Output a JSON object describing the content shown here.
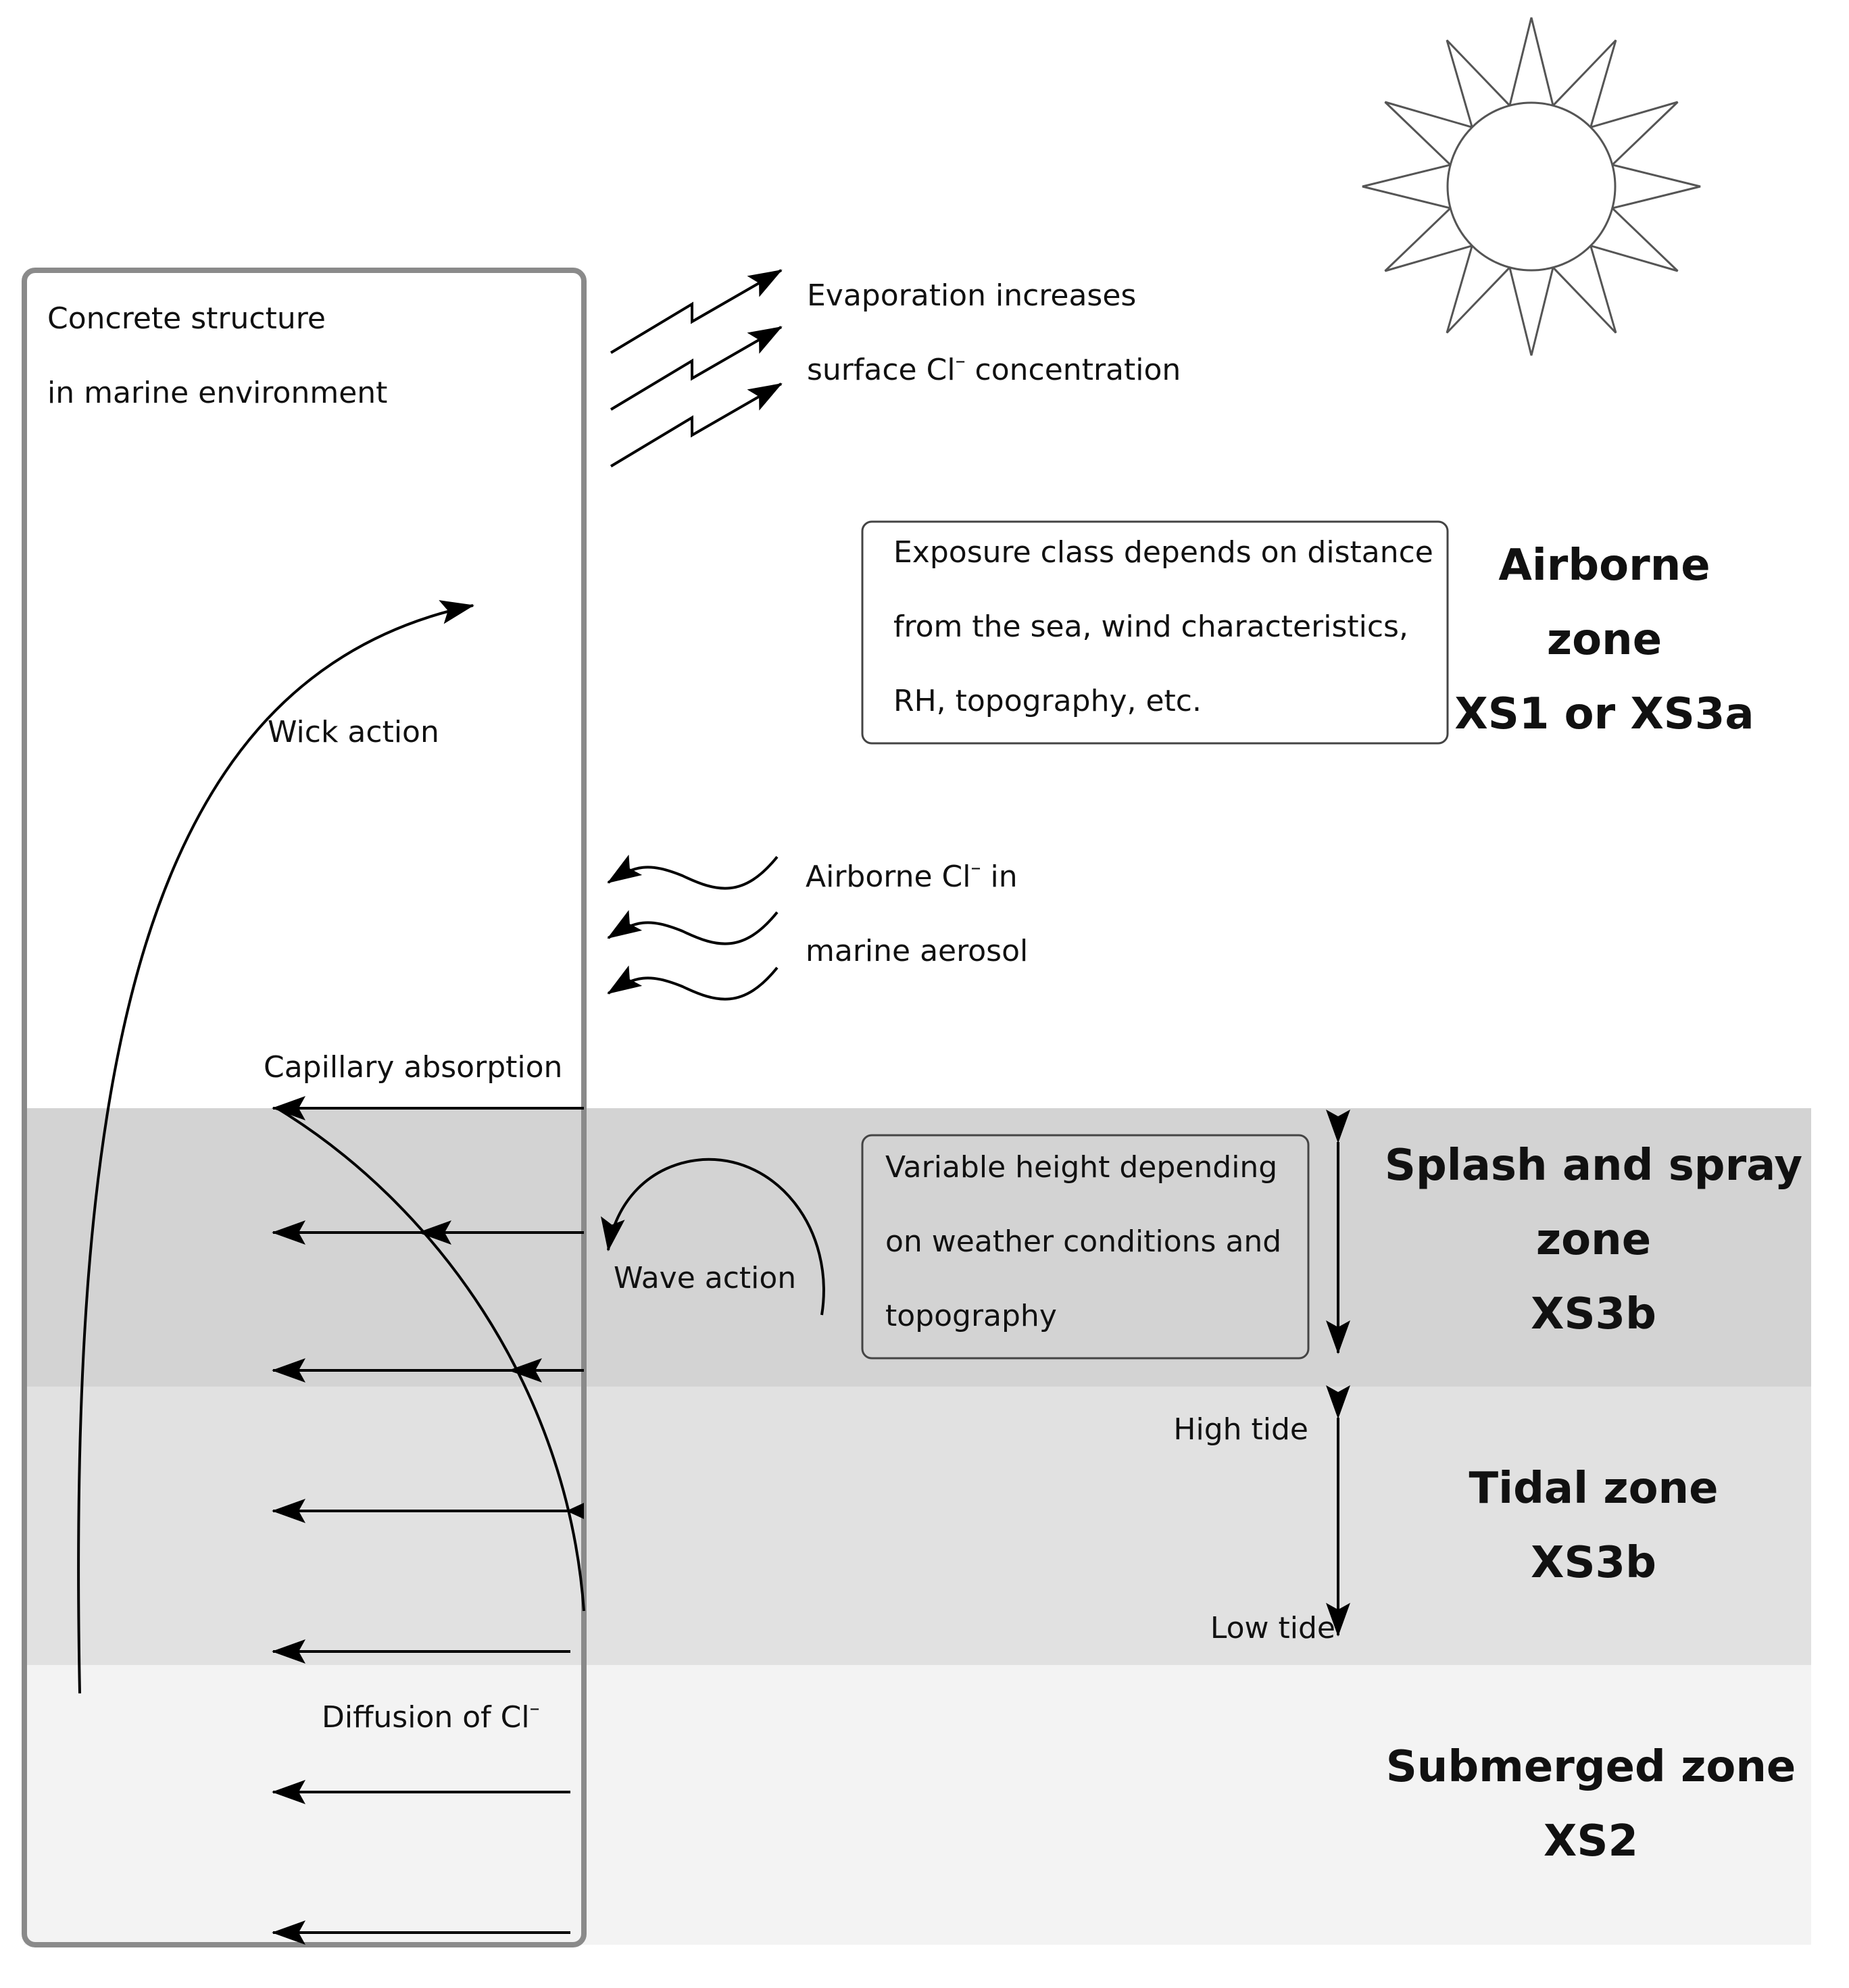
{
  "structure": {
    "line1": "Concrete structure",
    "line2": "in marine environment"
  },
  "evaporation": {
    "line1": "Evaporation increases",
    "line2_prefix": "surface Cl",
    "line2_sup": "–",
    "line2_suffix": " concentration"
  },
  "exposure_note": {
    "line1": "Exposure class depends on distance",
    "line2": "from the sea, wind characteristics,",
    "line3": "RH, topography, etc."
  },
  "airborne_aerosol": {
    "line1_prefix": "Airborne Cl",
    "line1_sup": "–",
    "line1_suffix": " in",
    "line2": "marine aerosol"
  },
  "mechanisms": {
    "wick": "Wick action",
    "capillary": "Capillary absorption",
    "wave": "Wave action",
    "diffusion_prefix": "Diffusion of Cl",
    "diffusion_sup": "–"
  },
  "splash_note": {
    "line1": "Variable height depending",
    "line2": "on weather conditions and",
    "line3": "topography"
  },
  "tide": {
    "high": "High tide",
    "low": "Low tide"
  },
  "zones": {
    "airborne": {
      "line1": "Airborne",
      "line2": "zone",
      "line3": "XS1 or XS3a"
    },
    "splash": {
      "line1": "Splash and spray",
      "line2": "zone",
      "line3": "XS3b",
      "color": "#d3d3d3"
    },
    "tidal": {
      "line1": "Tidal zone",
      "line2": "XS3b",
      "color": "#e1e1e1"
    },
    "submerged": {
      "line1": "Submerged zone",
      "line2": "XS2",
      "color": "#f3f3f3"
    }
  },
  "icons": {
    "sun": "sun-icon"
  }
}
